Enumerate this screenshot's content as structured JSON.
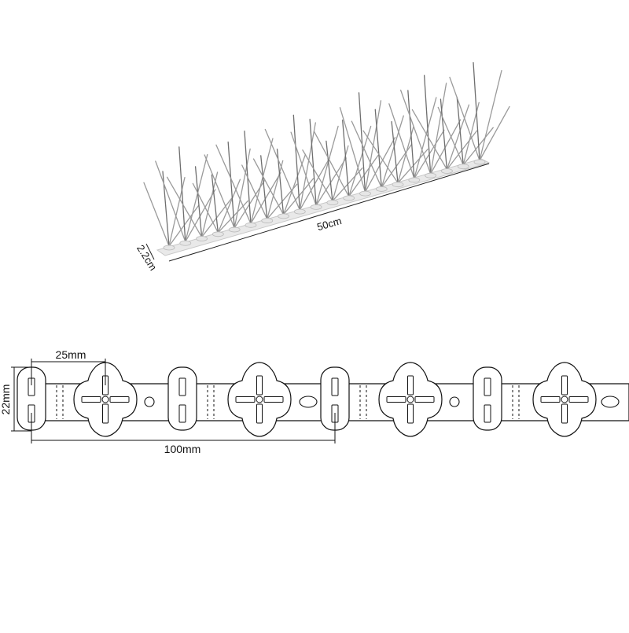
{
  "product_photo": {
    "length_label": "50cm",
    "height_label": "2.2cm"
  },
  "strip_drawing": {
    "pitch_label": "25mm",
    "height_label": "22mm",
    "span_label": "100mm"
  },
  "colors": {
    "line": "#111111",
    "spike": "#9a9a9a",
    "spike_dark": "#6e6e6e",
    "base": "#e6e6e6"
  }
}
